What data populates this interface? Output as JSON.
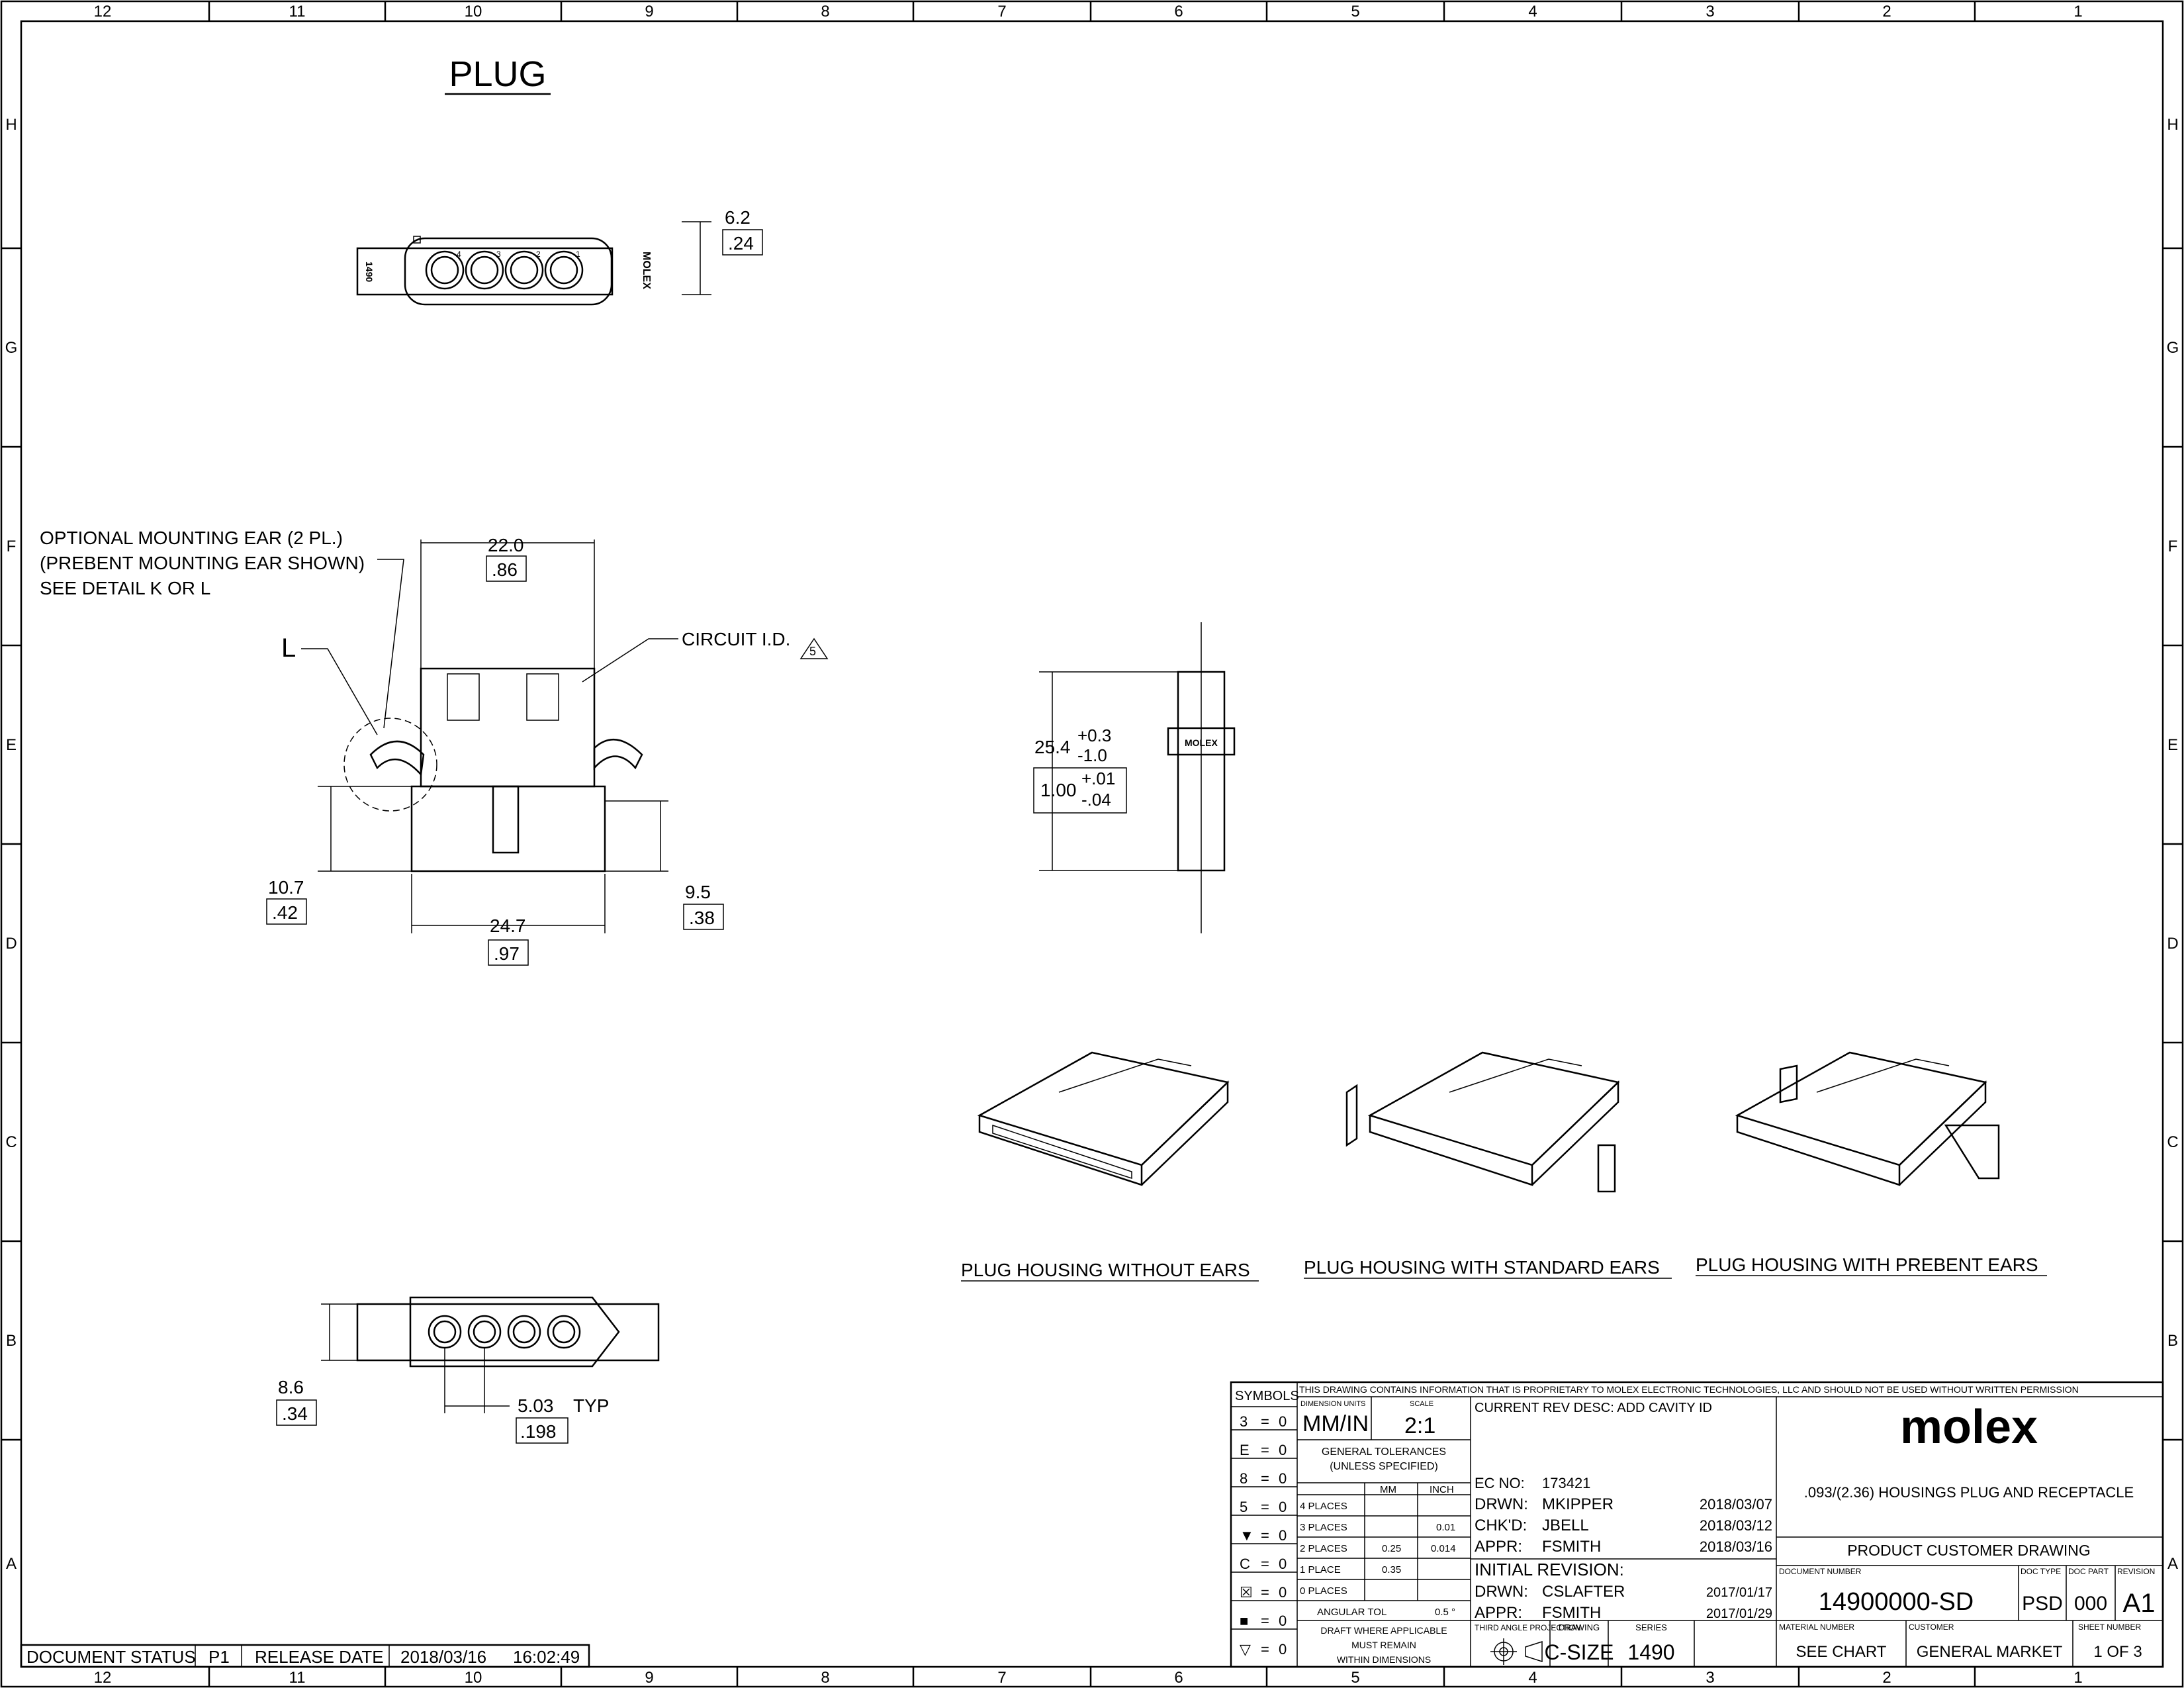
{
  "grid": {
    "columns": [
      "12",
      "11",
      "10",
      "9",
      "8",
      "7",
      "6",
      "5",
      "4",
      "3",
      "2",
      "1"
    ],
    "rows": [
      "H",
      "G",
      "F",
      "E",
      "D",
      "C",
      "B",
      "A"
    ]
  },
  "title": "PLUG",
  "top_view": {
    "dim_height_mm": "6.2",
    "dim_height_in": ".24",
    "label_left": "1490",
    "label_right": "MOLEX",
    "pin_numbers": [
      "4",
      "3",
      "2",
      "1"
    ]
  },
  "front_view": {
    "note_line1": "OPTIONAL MOUNTING EAR (2 PL.)",
    "note_line2": "(PREBENT MOUNTING EAR SHOWN)",
    "note_line3": "SEE DETAIL K OR L",
    "detail_label": "L",
    "dim_top_mm": "22.0",
    "dim_top_in": ".86",
    "circuit_id": "CIRCUIT I.D.",
    "circuit_id_flag": "5",
    "dim_left_mm": "10.7",
    "dim_left_in": ".42",
    "dim_bottom_mm": "24.7",
    "dim_bottom_in": ".97",
    "dim_right_mm": "9.5",
    "dim_right_in": ".38"
  },
  "side_view": {
    "dim_mm": "25.4",
    "tol_mm_plus": "+0.3",
    "tol_mm_minus": "-1.0",
    "dim_in": "1.00",
    "tol_in_plus": "+.01",
    "tol_in_minus": "-.04",
    "label": "MOLEX"
  },
  "bottom_view": {
    "dim_height_mm": "8.6",
    "dim_height_in": ".34",
    "dim_pitch_mm": "5.03",
    "dim_pitch_suffix": "TYP",
    "dim_pitch_in": ".198"
  },
  "iso_views": [
    {
      "caption": "PLUG HOUSING WITHOUT EARS"
    },
    {
      "caption": "PLUG HOUSING WITH STANDARD EARS"
    },
    {
      "caption": "PLUG HOUSING WITH PREBENT EARS"
    }
  ],
  "title_block": {
    "symbols_header": "SYMBOLS",
    "symbols": [
      {
        "glyph": "3",
        "value": "0"
      },
      {
        "glyph": "E",
        "value": "0"
      },
      {
        "glyph": "8",
        "value": "0"
      },
      {
        "glyph": "5",
        "value": "0"
      },
      {
        "glyph": "▼",
        "value": "0"
      },
      {
        "glyph": "C",
        "value": "0"
      },
      {
        "glyph": "☒",
        "value": "0"
      },
      {
        "glyph": "■",
        "value": "0"
      },
      {
        "glyph": "▽",
        "value": "0"
      }
    ],
    "proprietary": "THIS DRAWING CONTAINS INFORMATION THAT IS PROPRIETARY TO MOLEX ELECTRONIC TECHNOLOGIES, LLC AND SHOULD NOT BE USED WITHOUT WRITTEN PERMISSION",
    "dim_units_label": "DIMENSION UNITS",
    "dim_units": "MM/IN",
    "scale_label": "SCALE",
    "scale": "2:1",
    "gen_tol_1": "GENERAL TOLERANCES",
    "gen_tol_2": "(UNLESS SPECIFIED)",
    "mm_hdr": "MM",
    "inch_hdr": "INCH",
    "tolerances": [
      {
        "label": "4 PLACES",
        "mm": "",
        "inch": ""
      },
      {
        "label": "3 PLACES",
        "mm": "",
        "inch": "0.01"
      },
      {
        "label": "2 PLACES",
        "mm": "0.25",
        "inch": "0.014"
      },
      {
        "label": "1 PLACE",
        "mm": "0.35",
        "inch": ""
      },
      {
        "label": "0 PLACES",
        "mm": "",
        "inch": ""
      }
    ],
    "angular_label": "ANGULAR TOL",
    "angular_val": "0.5 °",
    "draft_1": "DRAFT WHERE APPLICABLE",
    "draft_2": "MUST REMAIN",
    "draft_3": "WITHIN DIMENSIONS",
    "rev_desc": "CURRENT REV DESC: ADD CAVITY ID",
    "ec_no_label": "EC NO:",
    "ec_no": "173421",
    "drwn_label": "DRWN:",
    "drwn": "MKIPPER",
    "drwn_date": "2018/03/07",
    "chkd_label": "CHK'D:",
    "chkd": "JBELL",
    "chkd_date": "2018/03/12",
    "appr_label": "APPR:",
    "appr": "FSMITH",
    "appr_date": "2018/03/16",
    "initial_rev": "INITIAL REVISION:",
    "init_drwn_label": "DRWN:",
    "init_drwn": "CSLAFTER",
    "init_drwn_date": "2017/01/17",
    "init_appr_label": "APPR:",
    "init_appr": "FSMITH",
    "init_appr_date": "2017/01/29",
    "projection_label": "THIRD ANGLE PROJECTION",
    "drawing_label": "DRAWING",
    "drawing": "C-SIZE",
    "series_label": "SERIES",
    "series": "1490",
    "logo": "molex",
    "description": ".093/(2.36) HOUSINGS PLUG AND RECEPTACLE",
    "doc_title": "PRODUCT CUSTOMER DRAWING",
    "doc_number_label": "DOCUMENT NUMBER",
    "doc_number": "14900000-SD",
    "doc_type_label": "DOC TYPE",
    "doc_type": "PSD",
    "doc_part_label": "DOC PART",
    "doc_part": "000",
    "revision_label": "REVISION",
    "revision": "A1",
    "material_label": "MATERIAL NUMBER",
    "material": "SEE CHART",
    "customer_label": "CUSTOMER",
    "customer": "GENERAL MARKET",
    "sheet_label": "SHEET NUMBER",
    "sheet": "1 OF 3"
  },
  "status_bar": {
    "doc_status_label": "DOCUMENT STATUS",
    "doc_status": "P1",
    "release_label": "RELEASE DATE",
    "release_date": "2018/03/16",
    "release_time": "16:02:49"
  }
}
